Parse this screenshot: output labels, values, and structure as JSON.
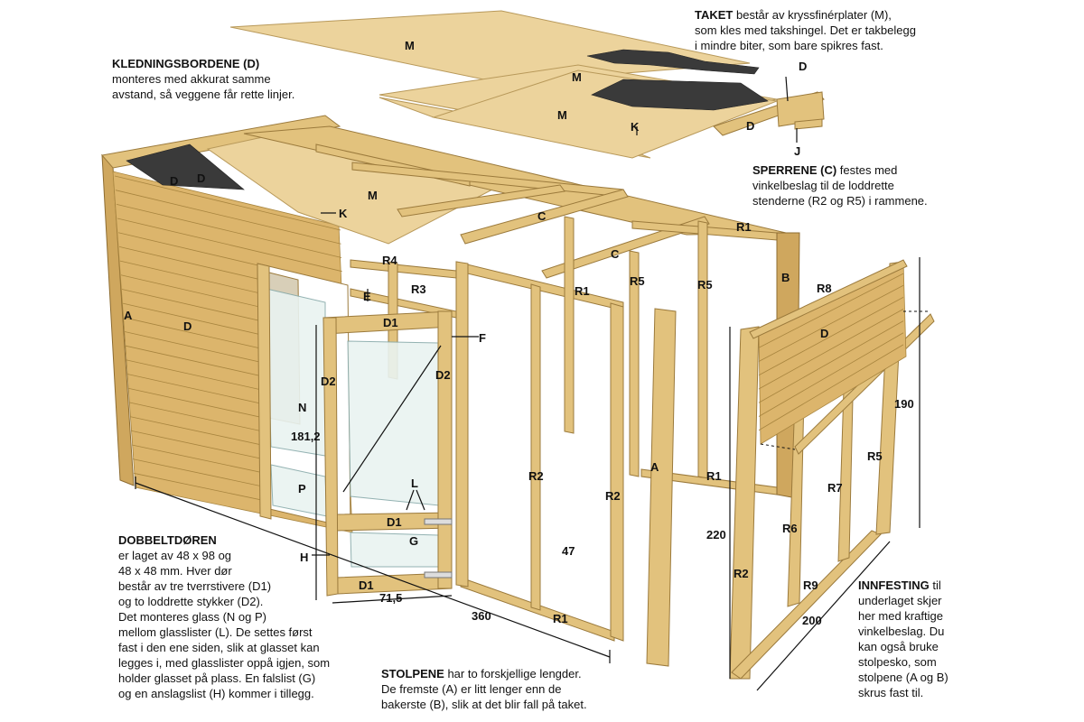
{
  "notes": {
    "kledning": {
      "head": "KLEDNINGSBORDENE (D)",
      "body": "monteres med akkurat samme\navstand, så veggene får rette linjer."
    },
    "taket": {
      "head": "TAKET",
      "body": " består av kryssfinérplater (M),\nsom kles med takshingel. Det er takbelegg\ni mindre biter, som bare spikres fast."
    },
    "sperrene": {
      "head": "SPERRENE (C)",
      "body": " festes med\nvinkelbeslag til de loddrette\nstenderne (R2 og R5) i rammene."
    },
    "dobbeltdoren": {
      "head": "DOBBELTDØREN",
      "body": "\ner laget av 48 x 98 og\n48 x 48 mm. Hver dør\nbestår av tre tverrstivere (D1)\nog to loddrette stykker (D2).\nDet monteres glass (N og P)\nmellom glasslister (L). De settes først\nfast i den ene siden, slik at glasset kan\nlegges i, med glasslister oppå igjen, som\nholder glasset på plass. En falslist (G)\nog en anslagslist (H) kommer i tillegg."
    },
    "stolpene": {
      "head": "STOLPENE",
      "body": " har to forskjellige lengder.\nDe fremste (A) er litt lenger enn de\nbakerste (B), slik at det blir fall på taket."
    },
    "innfesting": {
      "head": "INNFESTING",
      "body": " til\nunderlaget skjer\nher med kraftige\nvinkelbeslag. Du\nkan også bruke\nstolpesko, som\nstolpene (A og B)\nskrus fast til."
    }
  },
  "labels": {
    "M": "M",
    "K": "K",
    "D": "D",
    "J": "J",
    "C": "C",
    "R1": "R1",
    "R2": "R2",
    "R3": "R3",
    "R4": "R4",
    "R5": "R5",
    "R6": "R6",
    "R7": "R7",
    "R8": "R8",
    "R9": "R9",
    "A": "A",
    "B": "B",
    "E": "E",
    "F": "F",
    "D1": "D1",
    "D2": "D2",
    "N": "N",
    "P": "P",
    "L": "L",
    "G": "G",
    "H": "H"
  },
  "dimensions": {
    "door_height": "181,2",
    "door_width": "71,5",
    "front_length": "360",
    "frame_gap": "47",
    "side_height": "220",
    "side_width": "200",
    "gable_height": "190"
  },
  "colors": {
    "timber": "#e2c27d",
    "plywood": "#ecd39c",
    "shingle": "#3a3a3a",
    "glass": "#e9f3f1"
  }
}
